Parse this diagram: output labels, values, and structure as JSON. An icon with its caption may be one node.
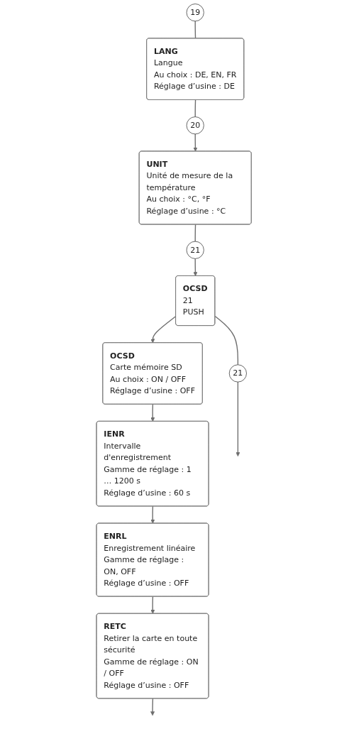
{
  "diagram": {
    "nodes": [
      {
        "text": [
          "19"
        ]
      },
      {
        "text": [
          "LANG",
          "Langue",
          "Au choix : DE, EN, FR",
          "Réglage d’usine : DE"
        ]
      },
      {
        "text": [
          "20"
        ]
      },
      {
        "text": [
          "UNIT",
          "Unité de mesure de la température",
          "Au choix : °C, °F",
          "Réglage d’usine : °C"
        ]
      },
      {
        "text": [
          "21"
        ]
      },
      {
        "text": [
          "OCSD",
          "21",
          "PUSH"
        ]
      },
      {
        "text": [
          "OCSD",
          "Carte mémoire SD",
          "Au choix : ON / OFF",
          "Réglage d’usine : OFF"
        ]
      },
      {
        "text": [
          "IENR",
          "Intervalle d'enregistrement",
          "Gamme de réglage : 1 … 1200 s",
          "Réglage d’usine : 60 s"
        ]
      },
      {
        "text": [
          "ENRL",
          "Enregistrement linéaire",
          "Gamme de réglage : ON, OFF",
          "Réglage d’usine : OFF"
        ]
      },
      {
        "text": [
          "RETC",
          "Retirer la carte en toute sécurité",
          "Gamme de réglage : ON / OFF",
          "Réglage d’usine : OFF"
        ]
      },
      {
        "text": [
          "21"
        ]
      }
    ],
    "edges": [
      {
        "from": 0,
        "to": 1,
        "arrow": "none"
      },
      {
        "from": 1,
        "to": 2,
        "arrow": "none"
      },
      {
        "from": 2,
        "to": 3,
        "arrow": "to"
      },
      {
        "from": 3,
        "to": 4,
        "arrow": "none"
      },
      {
        "from": 4,
        "to": 5,
        "arrow": "to"
      },
      {
        "from": 5,
        "to": 6,
        "arrow": "to"
      },
      {
        "from": 6,
        "to": 7,
        "arrow": "to"
      },
      {
        "from": 7,
        "to": 8,
        "arrow": "to"
      },
      {
        "from": 8,
        "to": 9,
        "arrow": "to"
      },
      {
        "from": 9,
        "to": null,
        "arrow": "to"
      },
      {
        "from": 5,
        "to": 10,
        "arrow": "none"
      },
      {
        "from": 10,
        "to": null,
        "arrow": "to"
      }
    ]
  }
}
